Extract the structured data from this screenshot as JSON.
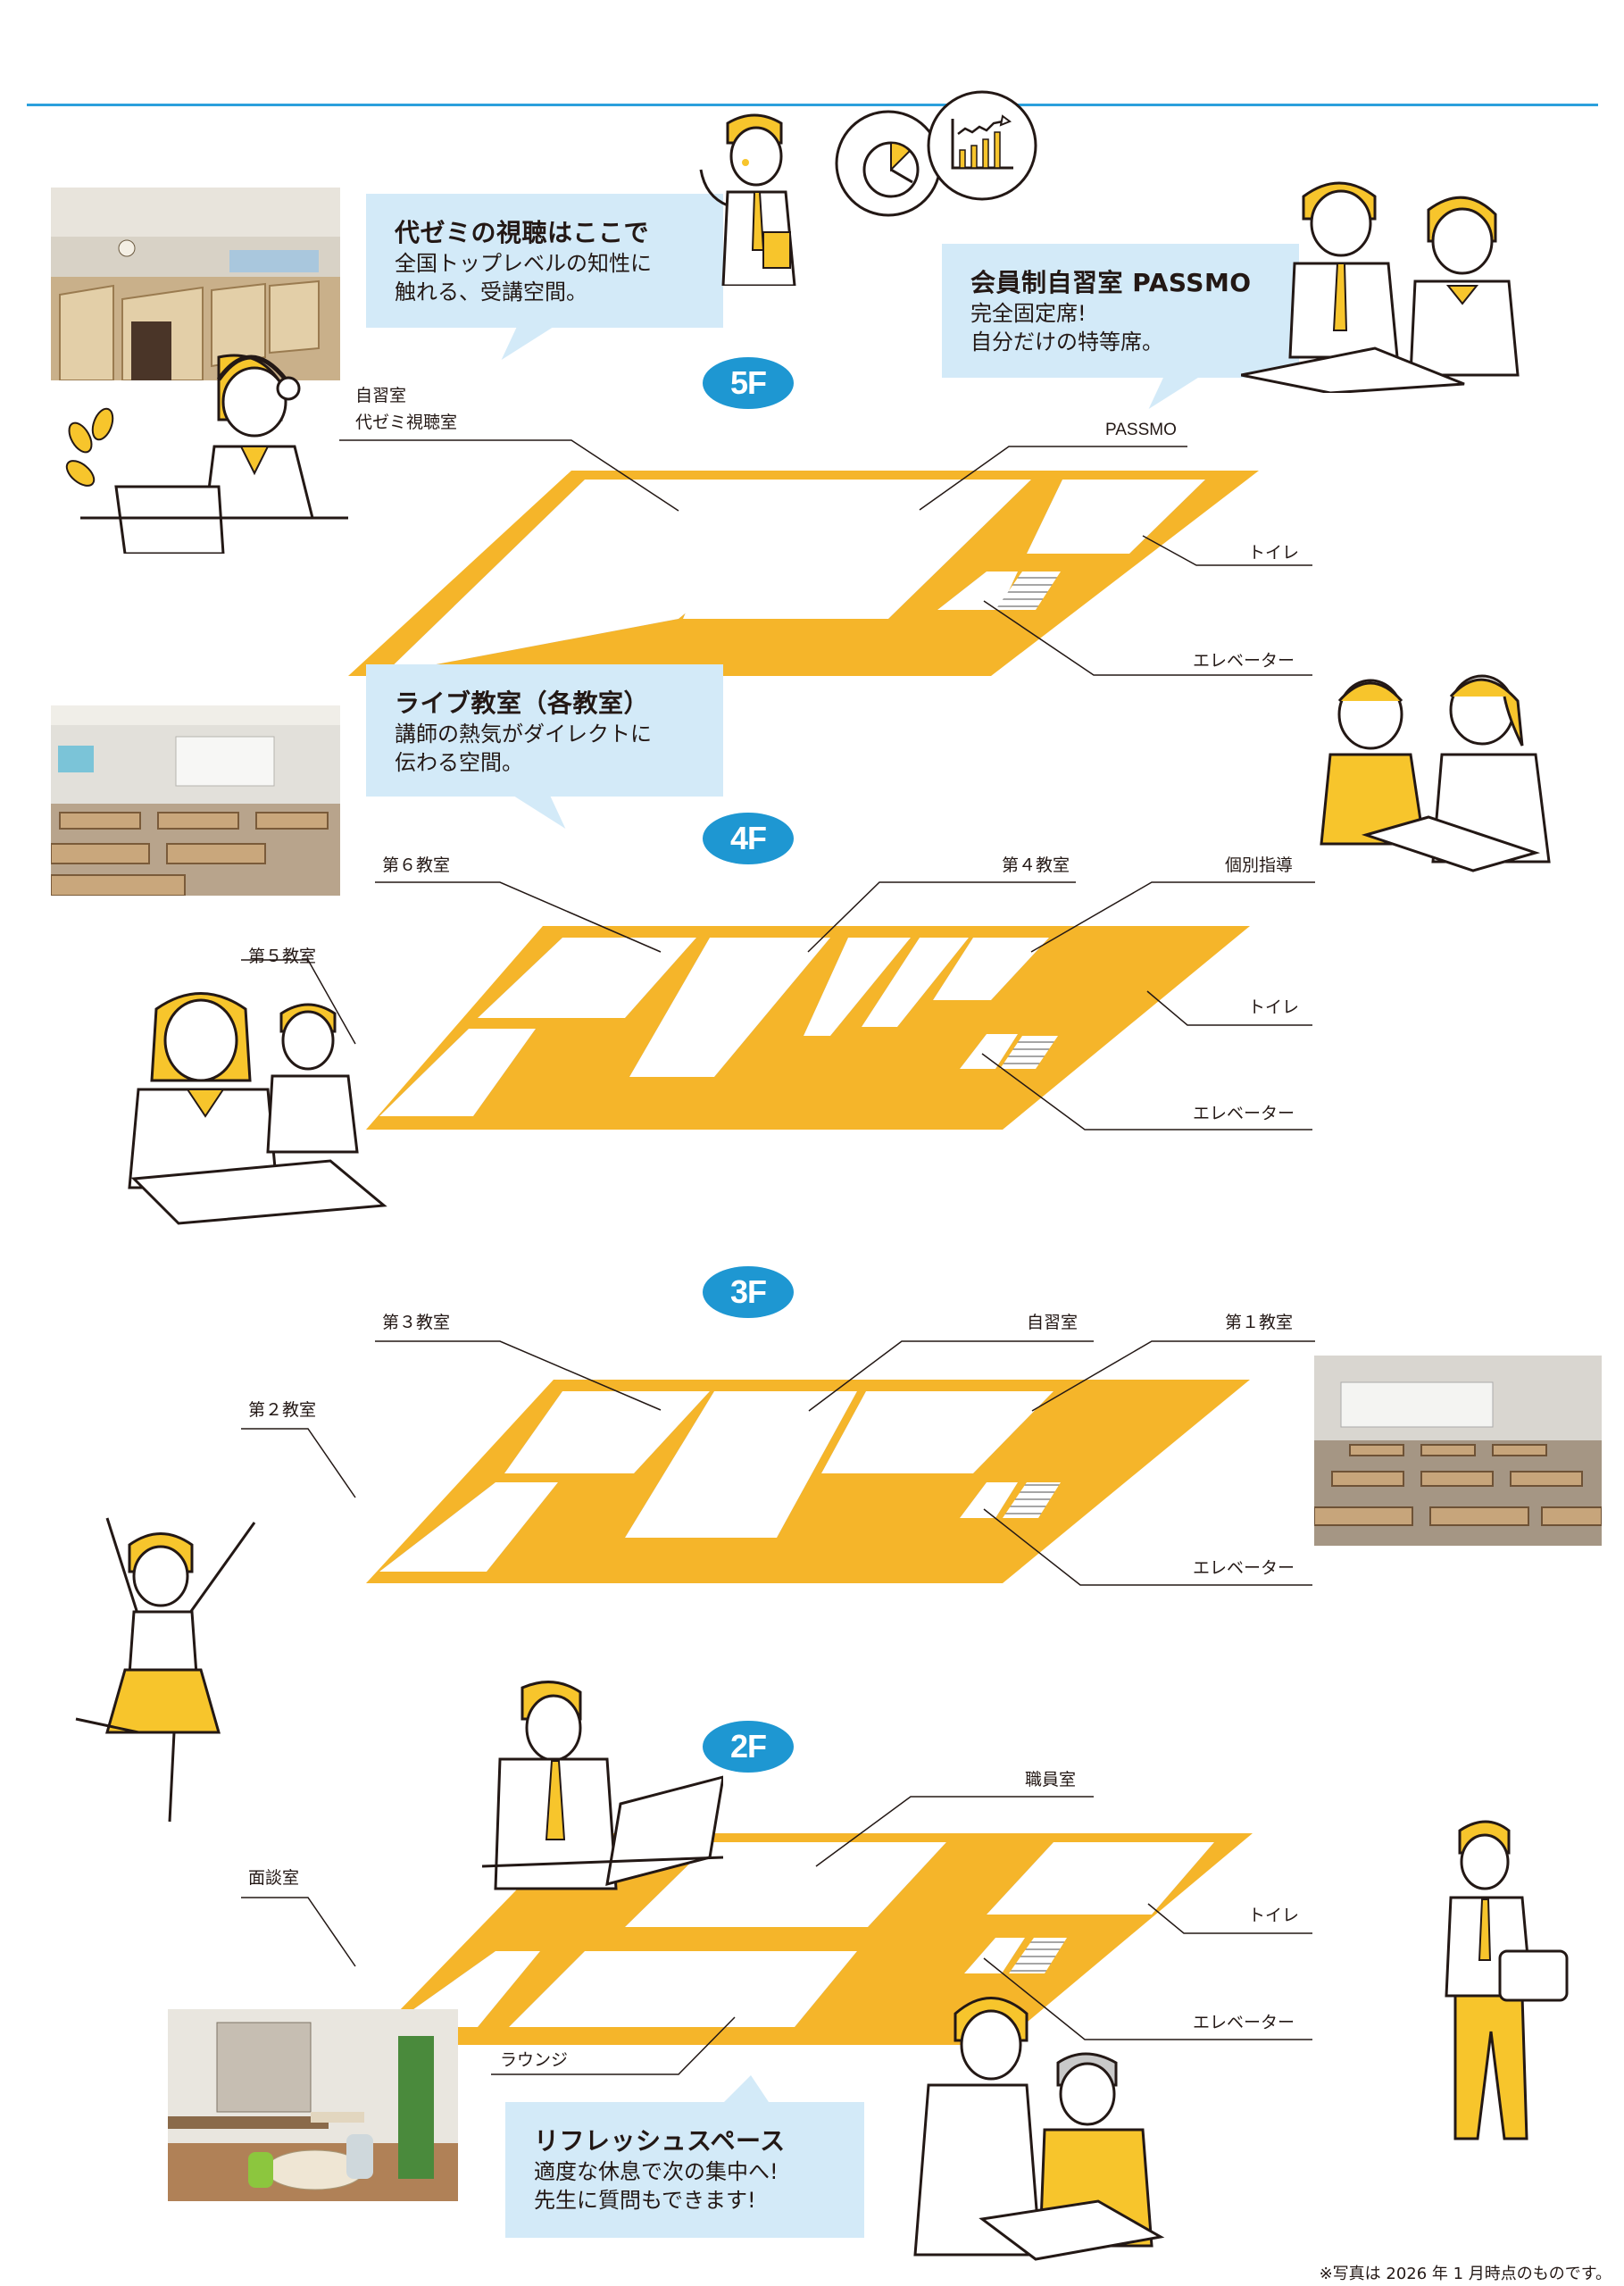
{
  "colors": {
    "rule": "#2ba0dc",
    "badge": "#1e97d2",
    "floor": "#f5b52a",
    "bubble": "#d3eaf8",
    "text": "#231815",
    "accent_yellow": "#f7c52c"
  },
  "callouts": {
    "yozemi": {
      "title": "代ゼミの視聴はここで",
      "lines": [
        "全国トップレベルの知性に",
        "触れる、受講空間。"
      ]
    },
    "passmo": {
      "title": "会員制自習室 PASSMO",
      "lines": [
        "完全固定席!",
        "自分だけの特等席。"
      ]
    },
    "live": {
      "title": "ライブ教室（各教室）",
      "lines": [
        "講師の熱気がダイレクトに",
        "伝わる空間。"
      ]
    },
    "refresh": {
      "title": "リフレッシュスペース",
      "lines": [
        "適度な休息で次の集中へ!",
        "先生に質問もできます!"
      ]
    }
  },
  "floors": [
    {
      "badge": "5F",
      "labels": {
        "study_room": [
          "自習室",
          "代ゼミ視聴室"
        ],
        "passmo": "PASSMO",
        "toilet": "トイレ",
        "elevator": "エレベーター"
      }
    },
    {
      "badge": "4F",
      "labels": {
        "room6": "第６教室",
        "room5": "第５教室",
        "room4": "第４教室",
        "individual": "個別指導",
        "toilet": "トイレ",
        "elevator": "エレベーター"
      }
    },
    {
      "badge": "3F",
      "labels": {
        "room3": "第３教室",
        "room2": "第２教室",
        "study_room": "自習室",
        "room1": "第１教室",
        "elevator": "エレベーター"
      }
    },
    {
      "badge": "2F",
      "labels": {
        "staff_room": "職員室",
        "interview_room": "面談室",
        "lounge": "ラウンジ",
        "toilet": "トイレ",
        "elevator": "エレベーター"
      }
    }
  ],
  "photos": {
    "study_room_photo": "study-booths",
    "classroom_photo_4f": "classroom",
    "classroom_photo_3f": "classroom",
    "lounge_photo": "lounge"
  },
  "icons": {
    "pie_chart": "pie-chart-icon",
    "bar_chart": "bar-chart-icon"
  },
  "footnote": "※写真は 2026 年 1 月時点のものです。"
}
